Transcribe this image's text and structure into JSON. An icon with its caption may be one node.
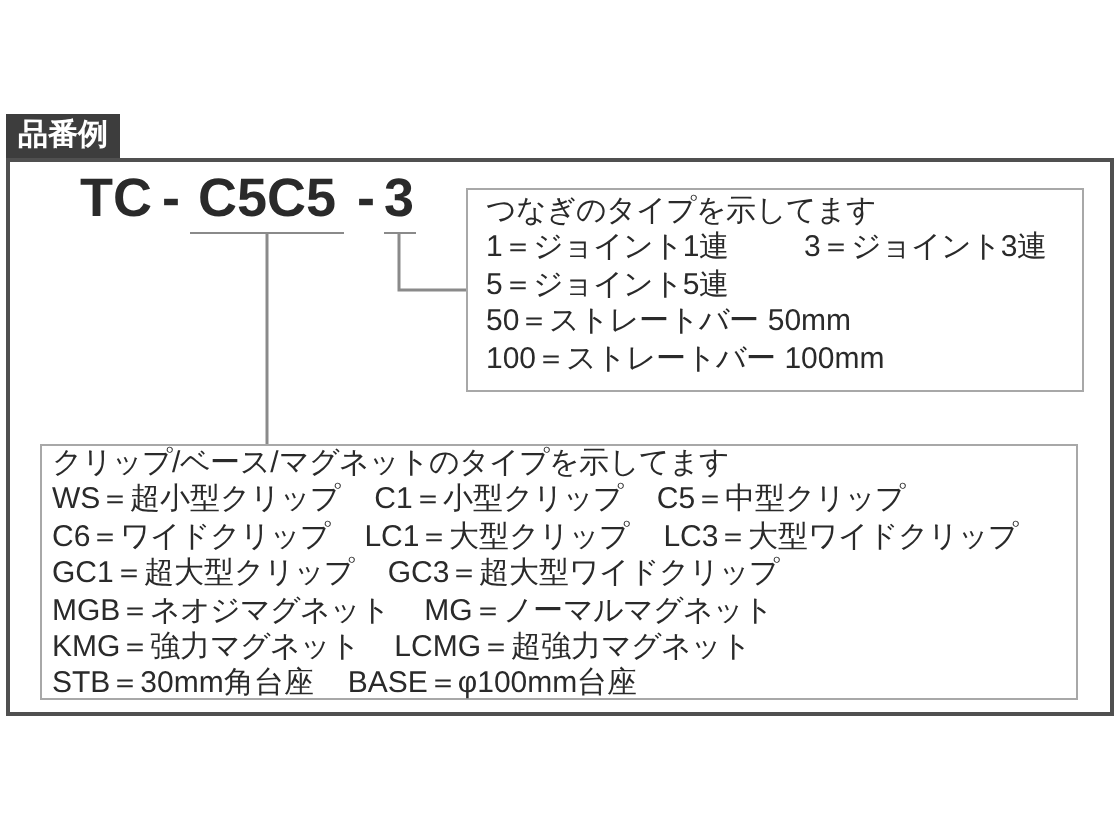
{
  "diagram": {
    "nodes": [
      {
        "text": [
          "品番例"
        ]
      },
      {
        "text": [
          "C5C5"
        ],
        "in": 0
      },
      {
        "text": [
          "3"
        ],
        "in": 0
      },
      {
        "text": [
          "つなぎのタイプを示してます",
          "1＝ジョイント1連",
          "3＝ジョイント3連",
          "5＝ジョイント5連",
          "50＝ストレートバー 50mm",
          "100＝ストレートバー 100mm"
        ],
        "in": 0
      },
      {
        "text": [
          "クリップ/ベース/マグネットのタイプを示してます",
          "WS＝超小型クリップ",
          "C1＝小型クリップ",
          "C5＝中型クリップ",
          "C6＝ワイドクリップ",
          "LC1＝大型クリップ",
          "LC3＝大型ワイドクリップ",
          "GC1＝超大型クリップ",
          "GC3＝超大型ワイドクリップ",
          "MGB＝ネオジマグネット",
          "MG＝ノーマルマグネット",
          "KMG＝強力マグネット",
          "LCMG＝超強力マグネット",
          "STB＝30mm角台座",
          "BASE＝φ100mm台座"
        ],
        "in": 0
      }
    ],
    "edges": [
      {
        "from": 1,
        "to": 4,
        "arrow": "none"
      },
      {
        "from": 2,
        "to": 3,
        "arrow": "none"
      }
    ],
    "labels": [
      "TC",
      "-",
      "-"
    ]
  }
}
